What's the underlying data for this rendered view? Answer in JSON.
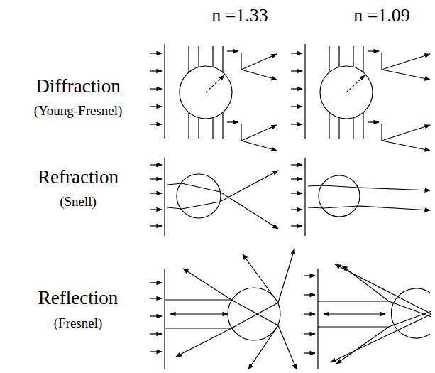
{
  "diagram": {
    "labels": [
      "n =1.33",
      "n =1.09",
      "Diffraction",
      "(Young-Fresnel)",
      "Refraction",
      "(Snell)",
      "Reflection",
      "(Fresnel)"
    ]
  }
}
